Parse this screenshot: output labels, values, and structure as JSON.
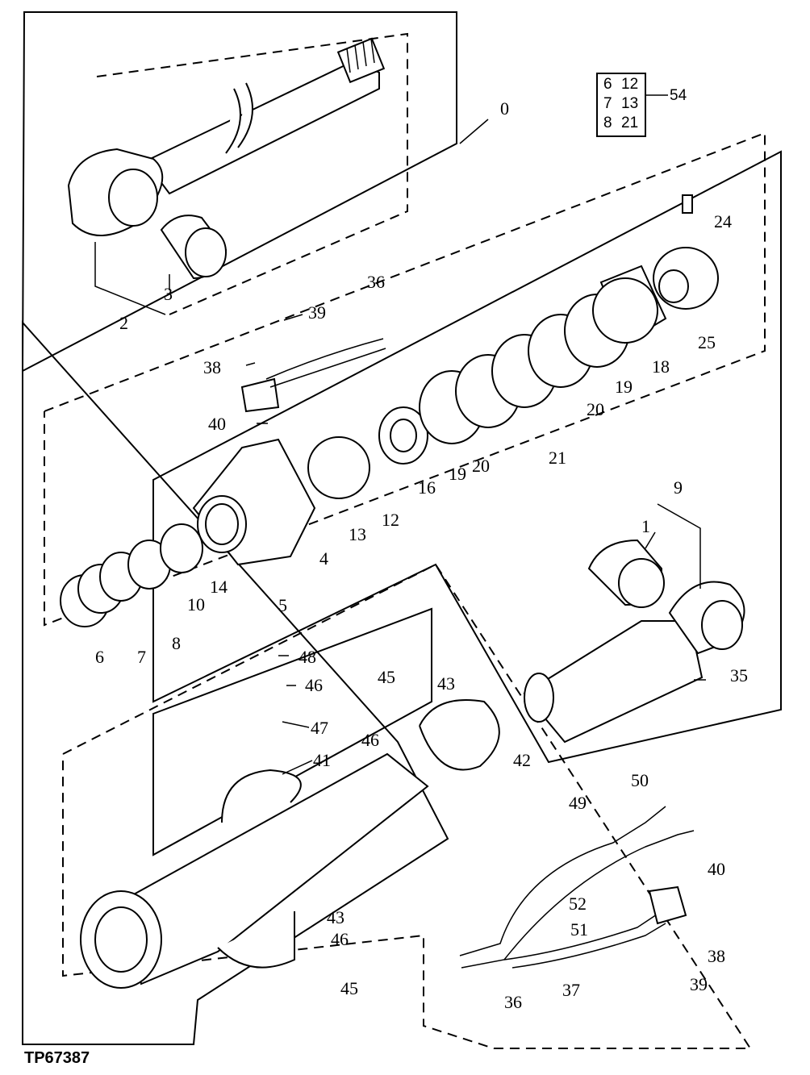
{
  "figure_id": "TP67387",
  "kit_table": {
    "rows": [
      {
        "a": "6",
        "b": "12"
      },
      {
        "a": "7",
        "b": "13"
      },
      {
        "a": "8",
        "b": "21"
      }
    ],
    "callout": "54"
  },
  "labels": {
    "l0": "0",
    "l1": "1",
    "l2": "2",
    "l3": "3",
    "l4": "4",
    "l5": "5",
    "l6": "6",
    "l7": "7",
    "l8": "8",
    "l9": "9",
    "l10": "10",
    "l12": "12",
    "l13": "13",
    "l14": "14",
    "l16": "16",
    "l18": "18",
    "l19a": "19",
    "l19b": "19",
    "l20a": "20",
    "l20b": "20",
    "l21": "21",
    "l24": "24",
    "l25": "25",
    "l35": "35",
    "l36a": "36",
    "l36b": "36",
    "l37": "37",
    "l38a": "38",
    "l38b": "38",
    "l39a": "39",
    "l39b": "39",
    "l40a": "40",
    "l40b": "40",
    "l41": "41",
    "l42": "42",
    "l43a": "43",
    "l43b": "43",
    "l45a": "45",
    "l45b": "45",
    "l46a": "46",
    "l46b": "46",
    "l46c": "46",
    "l47": "47",
    "l48": "48",
    "l49": "49",
    "l50": "50",
    "l51": "51",
    "l52": "52"
  }
}
